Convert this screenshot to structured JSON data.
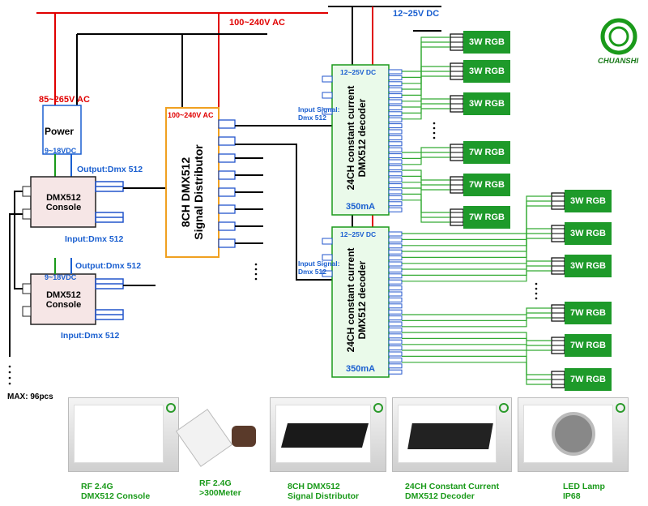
{
  "power_labels": {
    "ac_main": "100~240V AC",
    "dc_main": "12~25V DC",
    "ac_power": "85~265V AC",
    "ac_distributor": "100~240V AC",
    "dc_decoder": "12~25V DC",
    "dc_power": "9~18VDC",
    "dc_power_2": "9~18VDC"
  },
  "power_box": {
    "label": "Power"
  },
  "console": {
    "line1": "DMX512",
    "line2": "Console"
  },
  "console_io": {
    "output_1": "Output:Dmx 512",
    "input_1": "Input:Dmx 512",
    "output_2": "Output:Dmx 512",
    "input_2": "Input:Dmx 512"
  },
  "distributor": {
    "line1": "8CH DMX512",
    "line2": "Signal Distributor"
  },
  "decoder": {
    "line1": "24CH constant current",
    "line2": "DMX512 decoder",
    "current": "350mA"
  },
  "decoder_input": {
    "line1": "Input Signal:",
    "line2": "Dmx 512"
  },
  "lamps_group_1": [
    "3W RGB",
    "3W RGB",
    "3W RGB",
    "7W RGB",
    "7W RGB",
    "7W RGB"
  ],
  "lamps_group_2": [
    "3W RGB",
    "3W RGB",
    "3W RGB",
    "7W RGB",
    "7W RGB",
    "7W RGB"
  ],
  "max_label": "MAX: 96pcs",
  "ellipsis": "......",
  "brand": "CHUANSHI",
  "products": [
    {
      "line1": "RF 2.4G",
      "line2": "DMX512 Console"
    },
    {
      "line1": "RF 2.4G",
      "line2": ">300Meter"
    },
    {
      "line1": "8CH DMX512",
      "line2": "Signal Distributor"
    },
    {
      "line1": "24CH Constant Current",
      "line2": "DMX512 Decoder"
    },
    {
      "line1": "LED Lamp",
      "line2": "IP68"
    }
  ],
  "colors": {
    "ac_wire": "#e00000",
    "signal_wire": "#000000",
    "dmx_wire": "#2255cc",
    "led_wire": "#33aa33",
    "decoder_fill": "#eafaea",
    "lamp_fill": "#1e9a2a",
    "distributor_border": "#f0a020",
    "console_fill": "#f6e6e6"
  }
}
